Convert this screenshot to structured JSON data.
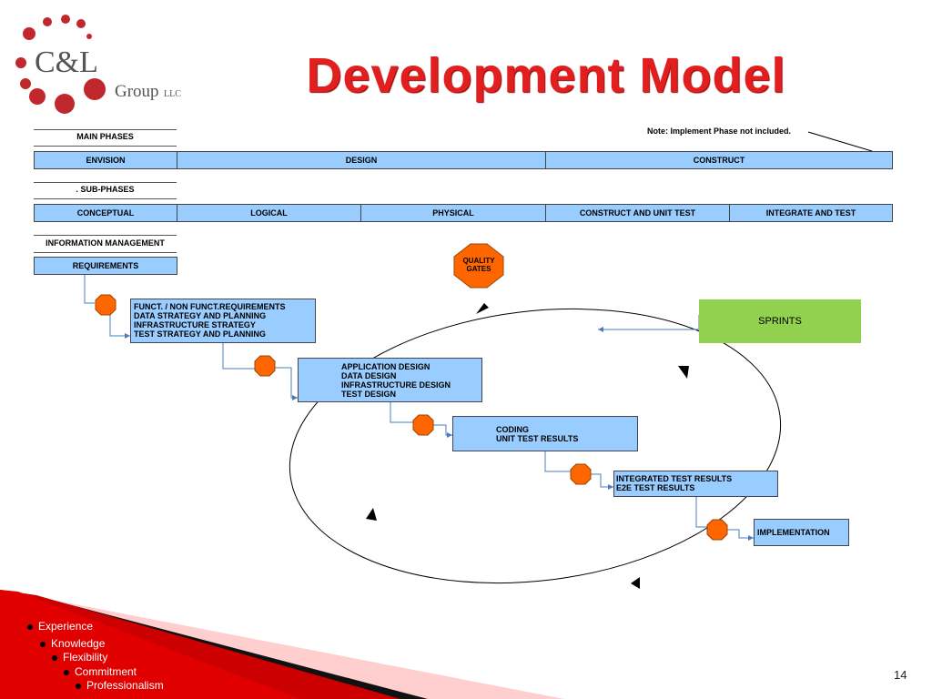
{
  "logo": {
    "brand": "C&L",
    "group": "Group",
    "suffix": "LLC"
  },
  "title": "Development Model",
  "note": "Note: Implement Phase not included.",
  "main_phases": {
    "label": "MAIN PHASES",
    "items": [
      "ENVISION",
      "DESIGN",
      "CONSTRUCT"
    ]
  },
  "sub_phases": {
    "label": ". SUB-PHASES",
    "items": [
      "CONCEPTUAL",
      "LOGICAL",
      "PHYSICAL",
      "CONSTRUCT AND UNIT TEST",
      "INTEGRATE AND TEST"
    ]
  },
  "info_mgmt": {
    "label": "INFORMATION MANAGEMENT",
    "requirements": "REQUIREMENTS"
  },
  "quality_gates": [
    "QUALITY",
    "GATES"
  ],
  "sprints": "SPRINTS",
  "steps": {
    "step1": [
      "FUNCT. / NON FUNCT.REQUIREMENTS",
      "DATA STRATEGY AND PLANNING",
      "INFRASTRUCTURE STRATEGY",
      "TEST STRATEGY AND PLANNING"
    ],
    "step2": [
      "APPLICATION DESIGN",
      "DATA DESIGN",
      "INFRASTRUCTURE DESIGN",
      "TEST DESIGN"
    ],
    "step3": [
      "CODING",
      "UNIT TEST RESULTS"
    ],
    "step4": [
      "INTEGRATED TEST RESULTS",
      "E2E TEST RESULTS"
    ],
    "step5": [
      "IMPLEMENTATION"
    ]
  },
  "values": [
    "Experience",
    "Knowledge",
    "Flexibility",
    "Commitment",
    "Professionalism"
  ],
  "page_number": "14",
  "colors": {
    "title_red": "#e21e1e",
    "box_blue": "#99ccff",
    "gate_orange": "#ff6600",
    "sprint_green": "#92d050",
    "logo_circle": "#c0282d"
  }
}
